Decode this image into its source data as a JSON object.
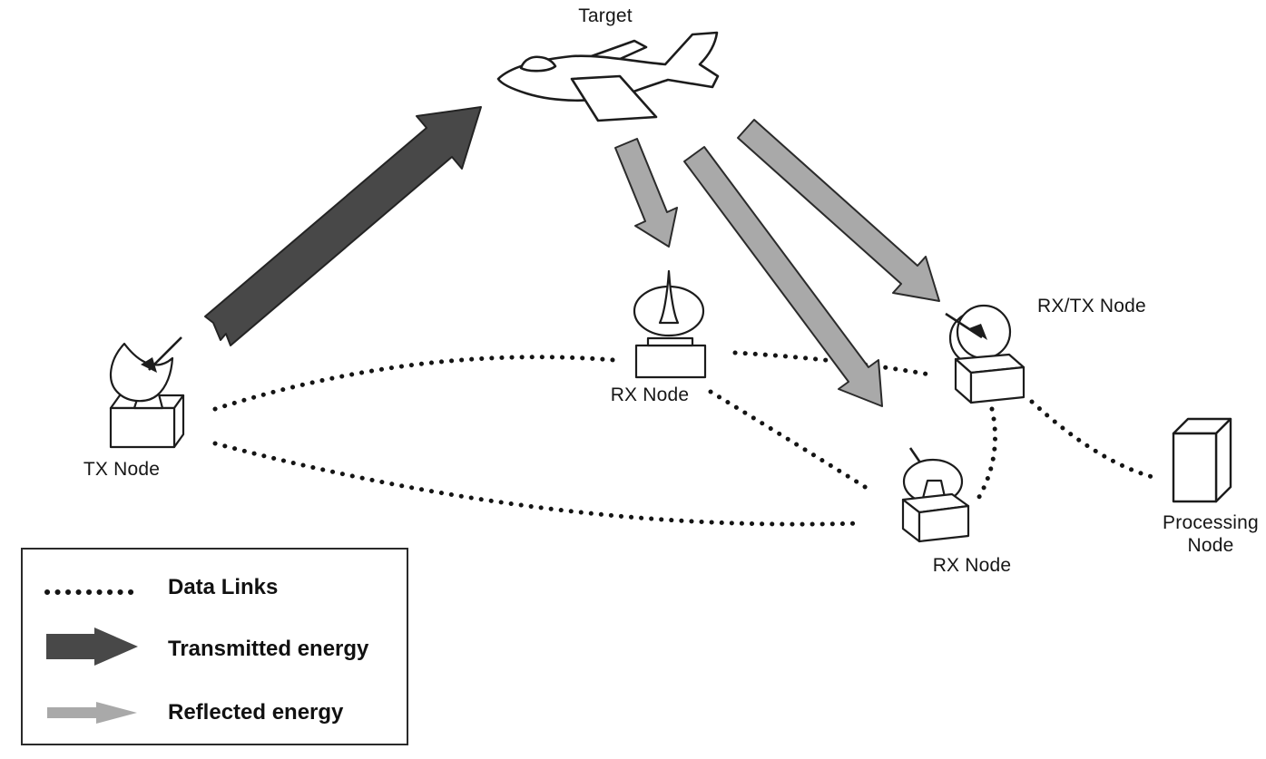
{
  "figure": {
    "target_label": "Target",
    "tx_label": "TX Node",
    "rx_center_label": "RX Node",
    "rxtx_label": "RX/TX Node",
    "rx_bottom_label": "RX Node",
    "processing_label": "Processing Node"
  },
  "legend": {
    "items": [
      {
        "symbol": "dotted-line",
        "label": "Data Links"
      },
      {
        "symbol": "dark-arrow",
        "label": "Transmitted energy"
      },
      {
        "symbol": "light-arrow",
        "label": "Reflected energy"
      }
    ]
  },
  "colors": {
    "transmitted_energy": "#484848",
    "reflected_energy": "#a9a9a9",
    "reflected_outline": "#2b2b2b",
    "data_links": "#141414",
    "node_outline": "#1c1c1c",
    "background": "#ffffff"
  }
}
